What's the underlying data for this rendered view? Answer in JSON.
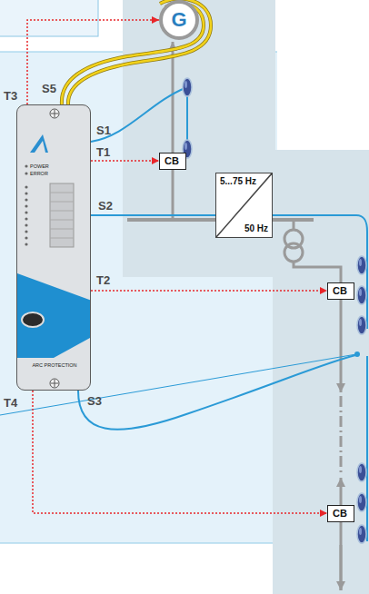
{
  "diagram": {
    "nodes": [
      {
        "text": [
          "G"
        ]
      },
      {
        "text": [
          "POWER",
          "ERROR",
          "ARC PROTECTION"
        ]
      },
      {
        "text": [
          "CB"
        ]
      },
      {
        "text": [
          "5...75 Hz",
          "50 Hz"
        ]
      },
      {
        "text": [
          "CB"
        ]
      },
      {
        "text": [
          "CB"
        ]
      }
    ],
    "edges": [
      {
        "from": 1,
        "to": 0,
        "arrow": "to",
        "label": "T3"
      },
      {
        "from": 1,
        "to": 2,
        "arrow": "to",
        "label": "T1"
      },
      {
        "from": 1,
        "to": 4,
        "arrow": "to",
        "label": "T2"
      },
      {
        "from": 1,
        "to": 5,
        "arrow": "to",
        "label": "T4"
      }
    ],
    "labels": [
      "S5",
      "S1",
      "S2",
      "S3"
    ]
  }
}
